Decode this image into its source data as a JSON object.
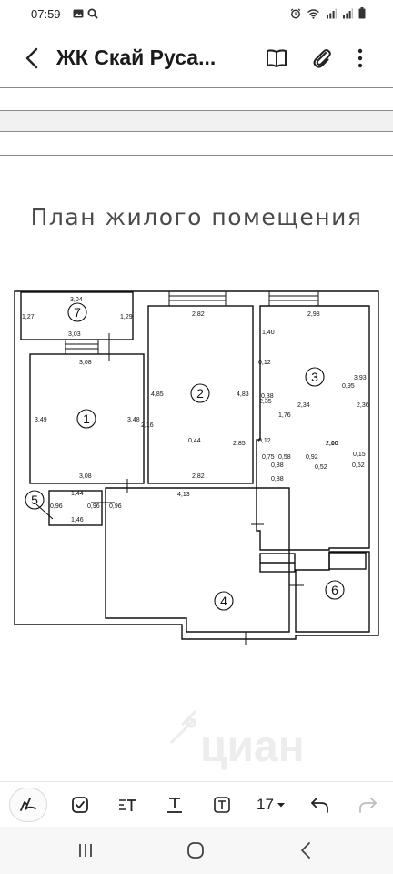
{
  "status_bar": {
    "time": "07:59",
    "left_icons": [
      "gallery-icon",
      "search-icon"
    ],
    "right_icons": [
      "alarm-icon",
      "wifi-icon",
      "signal-icon",
      "signal-icon",
      "battery-icon"
    ]
  },
  "app_bar": {
    "title": "ЖК Скай Руса...",
    "icons": [
      "back-arrow-icon",
      "book-icon",
      "paperclip-icon",
      "more-vertical-icon"
    ]
  },
  "document": {
    "plan_title": "План жилого помещения",
    "rooms": [
      {
        "number": "1",
        "dims": [
          "3,08",
          "3,49",
          "3,48",
          "3,08"
        ]
      },
      {
        "number": "2",
        "dims": [
          "2,82",
          "4,85",
          "4,83",
          "2,82"
        ]
      },
      {
        "number": "3",
        "dims": [
          "2,98",
          "1,40",
          "0,12",
          "2,35",
          "0,12",
          "3,93",
          "2,10"
        ]
      },
      {
        "number": "4",
        "dims": [
          "4,13",
          "2,16",
          "0,44",
          "2,85",
          "0,38",
          "1,76"
        ]
      },
      {
        "number": "5",
        "dims": [
          "1,44",
          "0,96",
          "0,96",
          "1,46"
        ]
      },
      {
        "number": "6",
        "dims": [
          "2,34",
          "2,36",
          "2,00",
          "0,95"
        ]
      },
      {
        "number": "7",
        "dims": [
          "3,04",
          "1,27",
          "1,29",
          "3,03"
        ]
      }
    ],
    "small_dims": {
      "d075": "0,75",
      "d058": "0,58",
      "d088a": "0,88",
      "d088b": "0,88",
      "d092": "0,92",
      "d015": "0,15",
      "d052a": "0,52",
      "d052b": "0,52",
      "d096": "0,96"
    },
    "watermark": "циан"
  },
  "toolbar": {
    "tools": [
      "pen-icon",
      "checkbox-icon",
      "text-format-icon",
      "underline-text-icon",
      "text-box-icon"
    ],
    "font_size": "17",
    "actions": [
      "undo-icon",
      "redo-icon"
    ]
  },
  "nav_bar": {
    "buttons": [
      "recent-apps-icon",
      "home-icon",
      "back-icon"
    ]
  }
}
